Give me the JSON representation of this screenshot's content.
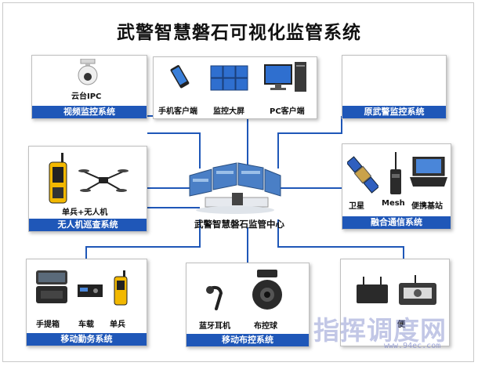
{
  "title": "武警智慧磐石可视化监管系统",
  "center": {
    "label": "武警智慧磐石监管中心"
  },
  "modules": {
    "video": {
      "title": "视频监控系统",
      "device": "云台IPC"
    },
    "terminals": {
      "items": [
        "手机客户端",
        "监控大屏",
        "PC客户端"
      ]
    },
    "legacy": {
      "title": "原武警监控系统"
    },
    "uav": {
      "title": "无人机巡查系统",
      "device": "单兵+无人机"
    },
    "comm": {
      "title": "融合通信系统",
      "items": [
        "卫星",
        "Mesh",
        "便携基站"
      ]
    },
    "mobile": {
      "title": "移动勤务系统",
      "items": [
        "手提箱",
        "车载",
        "单兵"
      ]
    },
    "deploy": {
      "title": "移动布控系统",
      "items": [
        "蓝牙耳机",
        "布控球"
      ]
    },
    "bottomright": {
      "label": "便"
    }
  },
  "watermark": {
    "text": "指挥调度网",
    "url": "www.94ec.com"
  },
  "colors": {
    "bar": "#1f57b8",
    "line": "#1f57b8"
  }
}
